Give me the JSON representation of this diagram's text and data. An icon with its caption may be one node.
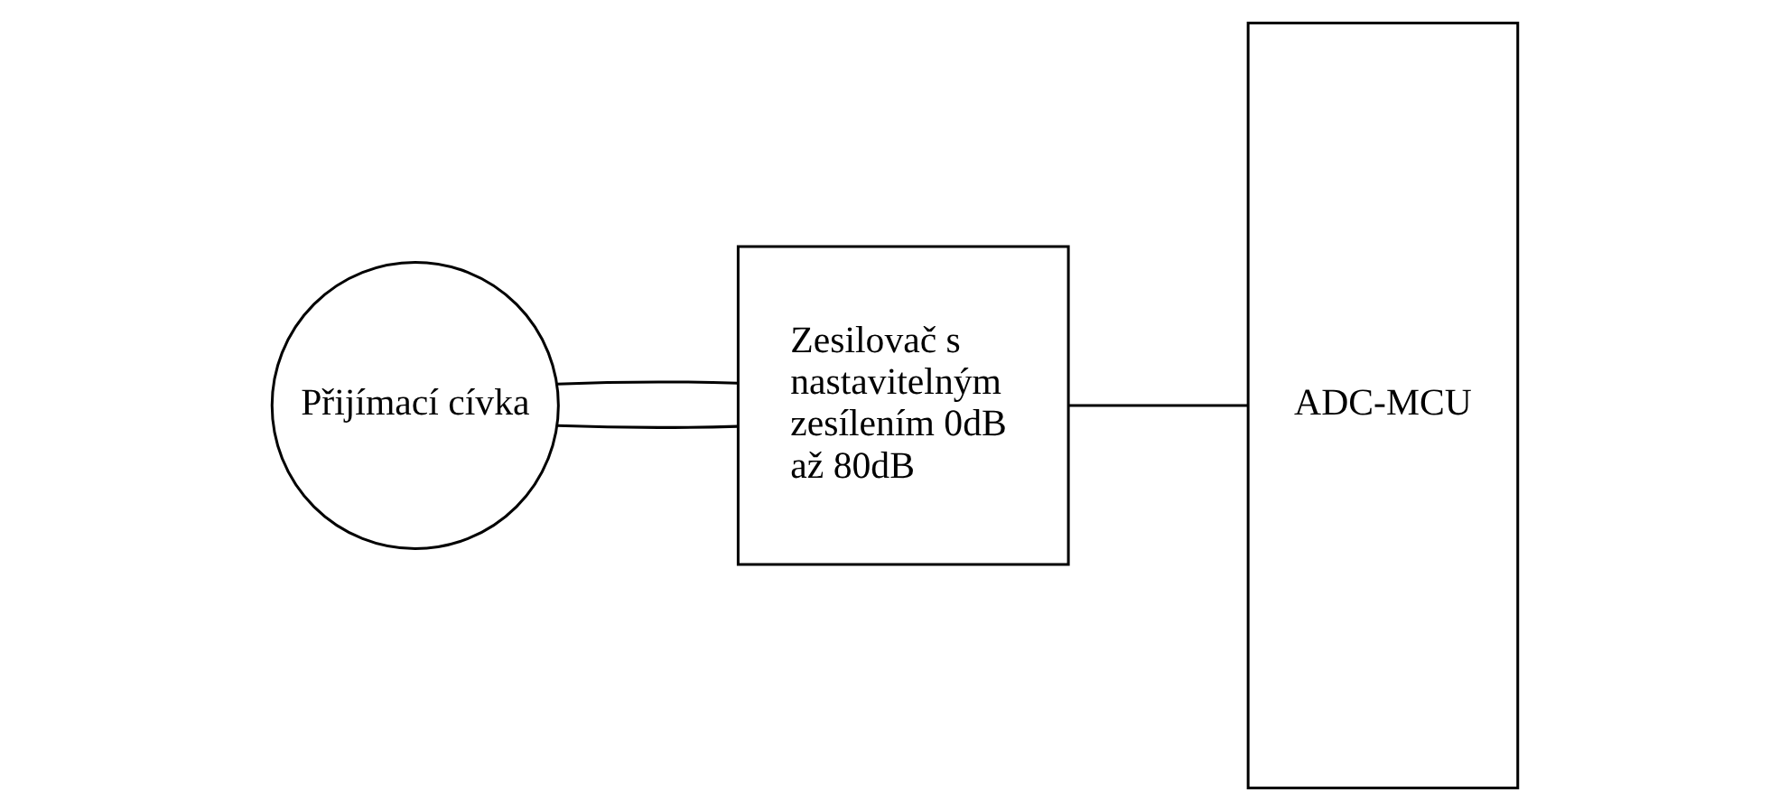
{
  "diagram": {
    "nodes": [
      {
        "text": [
          "Přijímací cívka"
        ]
      },
      {
        "text": [
          "Zesilovač s nastavitelným zesílením 0dB až 80dB"
        ]
      },
      {
        "text": [
          "ADC-MCU"
        ]
      }
    ],
    "edges": [
      {
        "from": 0,
        "to": 1,
        "arrow": "none"
      },
      {
        "from": 0,
        "to": 1,
        "arrow": "none"
      },
      {
        "from": 1,
        "to": 2,
        "arrow": "none"
      }
    ]
  }
}
